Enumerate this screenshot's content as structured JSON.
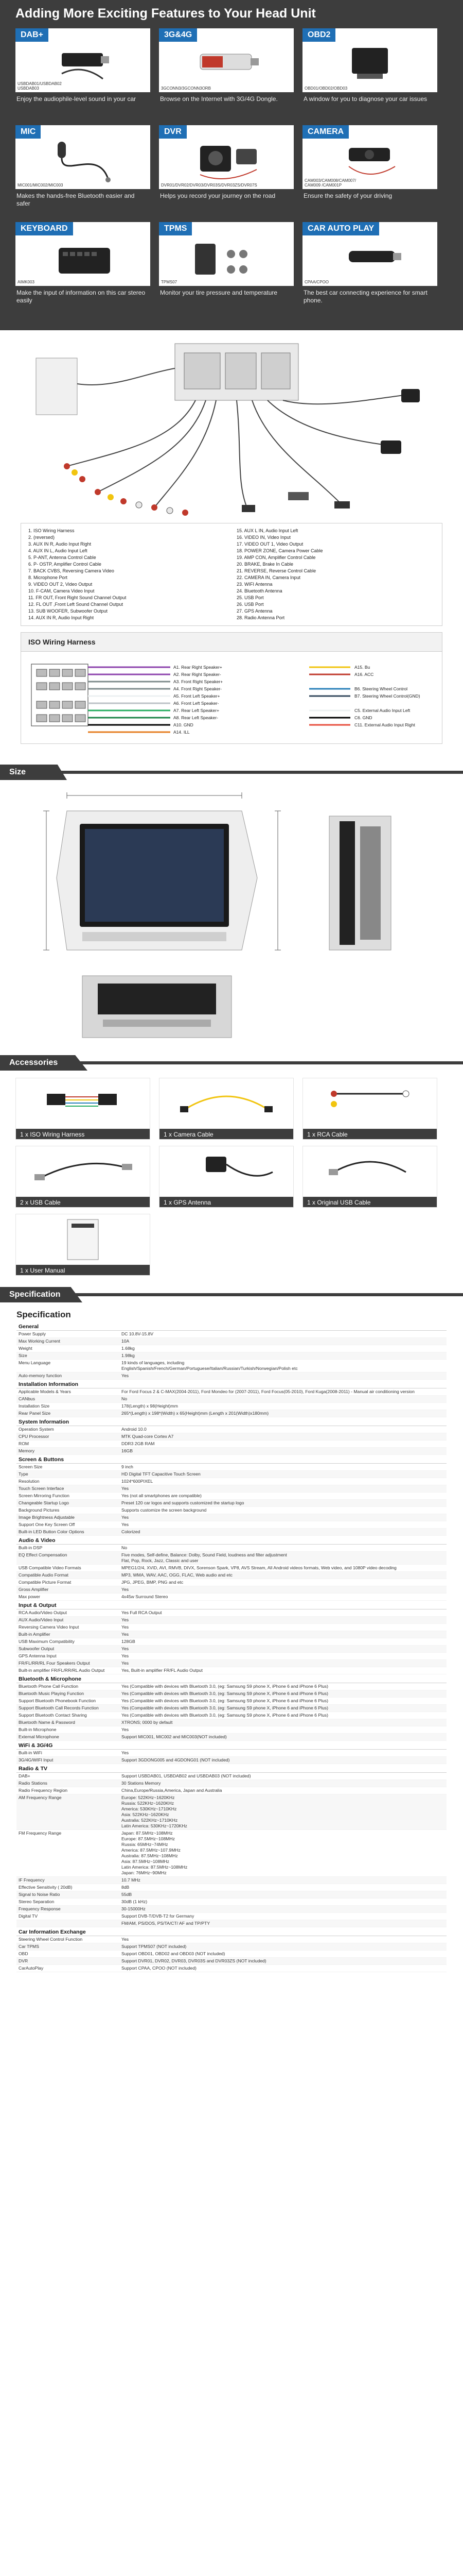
{
  "features": {
    "title": "Adding More Exciting Features to Your Head Unit",
    "cards": [
      {
        "head": "DAB+",
        "code": "USBDAB01/USBDAB02\nUSBDAB03",
        "desc": "Enjoy the audiophile-level sound in your car"
      },
      {
        "head": "3G&4G",
        "code": "3GCONN3/3GCONN3ORB",
        "desc": "Browse on the Internet with 3G/4G Dongle."
      },
      {
        "head": "OBD2",
        "code": "OBD01/OBD02/OBD03",
        "desc": "A window for you to diagnose your car issues"
      },
      {
        "head": "MIC",
        "code": "MIC001/MIC002/MIC003",
        "desc": "Makes the hands-free Bluetooth easier and safer"
      },
      {
        "head": "DVR",
        "code": "DVR01/DVR02/DVR03/DVR03S/DVR03ZS/DVR07S",
        "desc": "Helps you record your journey on the road"
      },
      {
        "head": "CAMERA",
        "code": "CAM003/CAM008/CAM007/\nCAM009 /CAM001P",
        "desc": "Ensure the safety of your driving"
      },
      {
        "head": "KEYBOARD",
        "code": "AIMK003",
        "desc": "Make the input of information on this car stereo easily"
      },
      {
        "head": "TPMS",
        "code": "TPMS07",
        "desc": "Monitor your tire pressure and temperature"
      },
      {
        "head": "CAR AUTO PLAY",
        "code": "CPAA/CPOO",
        "desc": "The best car connecting experience for smart phone."
      }
    ]
  },
  "wiring": {
    "legend_left": [
      "1. ISO Wiring Harness",
      "2. (reversed)",
      "3. AUX IN R, Audio Input Right",
      "4. AUX IN L, Audio Input Left",
      "5. P-ANT, Antenna Control Cable",
      "6. P- OSTP, Amplifier Control Cable",
      "7. BACK CVBS, Reversing Camera Video",
      "8. Microphone Port",
      "9. VIDEO OUT 2, Video Output",
      "10. F-CAM, Camera Video Input",
      "11. FR OUT, Front Right Sound Channel Output",
      "12. FL OUT ,Front Left Sound Channel Output",
      "13. SUB WOOFER, Subwoofer Output",
      "14. AUX IN R, Audio Input Right"
    ],
    "legend_right": [
      "15. AUX L IN, Audio Input Left",
      "16. VIDEO IN, Video Input",
      "17. VIDEO OUT 1, Video Output",
      "18. POWER ZONE, Camera Power Cable",
      "19. AMP CON, Amplifier Control Cable",
      "20. BRAKE, Brake In Cable",
      "21. REVERSE, Reverse Control Cable",
      "22. CAMERA IN, Camera Input",
      "23. WIFI Antenna",
      "24. Bluetooth Antenna",
      "25. USB Port",
      "26. USB Port",
      "27. GPS Antenna",
      "28. Radio Antenna Port"
    ],
    "iso_title": "ISO Wiring Harness",
    "iso_left": [
      "A1. Rear Right Speaker+",
      "A2. Rear Right Speaker-",
      "A3. Front Right Speaker+",
      "A4. Front Right Speaker-",
      "A5. Front Left Speaker+",
      "A6. Front Left Speaker-",
      "A7. Rear Left Speaker+",
      "A8. Rear Left Speaker-",
      "A10. GND",
      "A14. ILL"
    ],
    "iso_mid": [
      "A15. Bu",
      "A16. ACC",
      "",
      "B6. Steering Wheel Control",
      "B7. Steering Wheel Control(GND)",
      "",
      "C5. External Audio Input Left",
      "C6. GND",
      "C11. External Audio Input Right"
    ]
  },
  "section_headers": {
    "size": "Size",
    "accessories": "Accessories",
    "specification": "Specification"
  },
  "accessories": [
    "1 x ISO Wiring Harness",
    "1 x Camera Cable",
    "1 x RCA Cable",
    "2 x USB Cable",
    "1 x GPS Antenna",
    "1 x Original USB Cable",
    "1 x User Manual"
  ],
  "spec": {
    "title": "Specification",
    "rows": [
      {
        "g": "General"
      },
      {
        "k": "Power Supply",
        "v": "DC 10.8V-15.8V"
      },
      {
        "k": "Max Working Current",
        "v": "10A"
      },
      {
        "k": "Weight",
        "v": "1.68kg"
      },
      {
        "k": "Size",
        "v": "1.98kg"
      },
      {
        "k": "Menu Language",
        "v": "19 kinds of languages, including\nEnglish/Spanish/French/German/Portuguese/Italian/Russian/Turkish/Norwegian/Polish etc"
      },
      {
        "k": "Auto-memory function",
        "v": "Yes"
      },
      {
        "g": "Installation Information"
      },
      {
        "k": "Applicable Models & Years",
        "v": "For Ford Focus 2 & C-MAX(2004-2011), Ford Mondeo for (2007-2011), Ford Focus(05-2010), Ford Kuga(2008-2011) - Manual air conditioning version"
      },
      {
        "k": "CANbus",
        "v": "No"
      },
      {
        "k": "Installation Size",
        "v": "178(Length) x 98(Height)mm"
      },
      {
        "k": "Rear Panel Size",
        "v": "265*(Length) x 198*(Width) x 65(Height)mm (Length x 201(Width)x180mm)"
      },
      {
        "g": "System Information"
      },
      {
        "k": "Operation System",
        "v": "Android 10.0"
      },
      {
        "k": "CPU Processor",
        "v": "MTK Quad-core Cortex A7"
      },
      {
        "k": "ROM",
        "v": "DDR3 2GB RAM"
      },
      {
        "k": "Memory",
        "v": "16GB"
      },
      {
        "g": "Screen & Buttons"
      },
      {
        "k": "Screen Size",
        "v": "9 inch"
      },
      {
        "k": "Type",
        "v": "HD Digital TFT Capacitive Touch Screen"
      },
      {
        "k": "Resolution",
        "v": "1024*600PIXEL"
      },
      {
        "k": "Touch Screen Interface",
        "v": "Yes"
      },
      {
        "k": "Screen Mirroring Function",
        "v": "Yes (not all smartphones are compatible)"
      },
      {
        "k": "Changeable Startup Logo",
        "v": "Preset 120 car logos and supports customized the startup logo"
      },
      {
        "k": "Background Pictures",
        "v": "Supports customize the screen background"
      },
      {
        "k": "Image Brightness Adjustable",
        "v": "Yes"
      },
      {
        "k": "Support One Key Screen Off",
        "v": "Yes"
      },
      {
        "k": "Built-in LED Button Color Options",
        "v": "Colorized"
      },
      {
        "g": "Audio & Video"
      },
      {
        "k": "Built-in DSP",
        "v": "No"
      },
      {
        "k": "EQ Effect Compensation",
        "v": "Five modes, Self-define, Balance: Dolby, Sound Field, loudness and filter adjustment\nFlat, Pop, Rock, Jazz, Classic and user"
      },
      {
        "k": "USB Compatible Video Formats",
        "v": "MPEG1/2/4, XVID, AVI, RMVB, DIVX, Sorenson Spark, VP8, AVS Stream, All Android videos formats, Web video, and 1080P video decoding"
      },
      {
        "k": "Compatible Audio Format",
        "v": "MP3, WMA, WAV, AAC, OGG, FLAC, Web audio and etc"
      },
      {
        "k": "Compatible Picture Format",
        "v": "JPG, JPEG, BMP, PNG and etc"
      },
      {
        "k": "Gross Amplifier",
        "v": "Yes"
      },
      {
        "k": "Max power",
        "v": "4x45w Surround Stereo"
      },
      {
        "g": "Input & Output"
      },
      {
        "k": "RCA Audio/Video Output",
        "v": "Yes Full RCA Output"
      },
      {
        "k": "AUX Audio/Video Input",
        "v": "Yes"
      },
      {
        "k": "Reversing Camera Video Input",
        "v": "Yes"
      },
      {
        "k": "Built-in Amplifier",
        "v": "Yes"
      },
      {
        "k": "USB Maximum Compatibility",
        "v": "128GB"
      },
      {
        "k": "Subwoofer Output",
        "v": "Yes"
      },
      {
        "k": "GPS Antenna Input",
        "v": "Yes"
      },
      {
        "k": "FR/FL/RR/RL Four Speakers Output",
        "v": "Yes"
      },
      {
        "k": "Built-in amplifier FR/FL/RR/RL Audio Output",
        "v": "Yes, Built-in amplifier FR/FL Audio Output"
      },
      {
        "g": "Bluetooth & Microphone"
      },
      {
        "k": "Bluetooth Phone Call Function",
        "v": "Yes (Compatible with devices with Bluetooth 3.0, (eg: Samsung S9 phone X, iPhone 6 and iPhone 6 Plus)"
      },
      {
        "k": "Bluetooth Music Playing Function",
        "v": "Yes (Compatible with devices with Bluetooth 3.0, (eg: Samsung S9 phone X, iPhone 6 and iPhone 6 Plus)"
      },
      {
        "k": "Support Bluetooth Phonebook Function",
        "v": "Yes (Compatible with devices with Bluetooth 3.0, (eg: Samsung S9 phone X, iPhone 6 and iPhone 6 Plus)"
      },
      {
        "k": "Support Bluetooth Call Records Function",
        "v": "Yes (Compatible with devices with Bluetooth 3.0, (eg: Samsung S9 phone X, iPhone 6 and iPhone 6 Plus)"
      },
      {
        "k": "Support Bluetooth Contact Sharing",
        "v": "Yes (Compatible with devices with Bluetooth 3.0, (eg: Samsung S9 phone X, iPhone 6 and iPhone 6 Plus)"
      },
      {
        "k": "Bluetooth Name & Password",
        "v": "XTRONS; 0000 by default"
      },
      {
        "k": "Built-in Microphone",
        "v": "Yes"
      },
      {
        "k": "External Microphone",
        "v": "Support MIC001, MIC002 and MIC003(NOT included)"
      },
      {
        "g": "WiFi & 3G/4G"
      },
      {
        "k": "Built-in WiFi",
        "v": "Yes"
      },
      {
        "k": "3G/4G/WIFI Input",
        "v": "Support 3GDONG005 and 4GDONG01 (NOT included)"
      },
      {
        "g": "Radio & TV"
      },
      {
        "k": "DAB+",
        "v": "Support USBDAB01, USBDAB02 and USBDAB03 (NOT included)"
      },
      {
        "k": "Radio Stations",
        "v": "30 Stations Memory"
      },
      {
        "k": "Radio Frequency Region",
        "v": "China,Europe/Russia,America, Japan and Australia"
      },
      {
        "k": "AM Frequency Range",
        "v": "Europe: 522KHz~1620KHz\nRussia: 522KHz~1620KHz\nAmerica: 530KHz~1710KHz\nAsia: 522KHz~1620KHz\nAustralia: 522KHz~1710KHz\nLatin America: 530KHz~1720KHz"
      },
      {
        "k": "FM Frequency Range",
        "v": "Japan: 87.5MHz~108MHz\nEurope: 87.5MHz~108MHz\nRussia: 65MHz~74MHz\nAmerica: 87.5MHz~107.9MHz\nAustralia: 87.5MHz~108MHz\nAsia: 87.5MHz~108MHz\nLatin America: 87.5MHz~108MHz\nJapan: 76MHz~90MHz"
      },
      {
        "k": "IF Frequency",
        "v": "10.7 MHz"
      },
      {
        "k": "Effective Sensitivity ( 20dB)",
        "v": "8dB"
      },
      {
        "k": "Signal to Noise Ratio",
        "v": "55dB"
      },
      {
        "k": "Stereo Separation",
        "v": "30dB (1 kHz)"
      },
      {
        "k": "Frequency Response",
        "v": "30-15000Hz"
      },
      {
        "k": "Digital TV",
        "v": "Support DVB-T/DVB-T2 for Germany"
      },
      {
        "k": "",
        "v": "FM/AM, PS/DOS, PS/TA/CT/ AF and TP/PTY"
      },
      {
        "g": "Car Information Exchange"
      },
      {
        "k": "Steering Wheel Control Function",
        "v": "Yes"
      },
      {
        "k": "Car TPMS",
        "v": "Support TPMS07 (NOT included)"
      },
      {
        "k": "OBD",
        "v": "Support OBD01, OBD02 and OBD03 (NOT included)"
      },
      {
        "k": "DVR",
        "v": "Support DVR01, DVR02, DVR03, DVR03S and DVR03ZS (NOT included)"
      },
      {
        "k": "CarAutoPlay",
        "v": "Support CPAA, CPOO (NOT included)"
      }
    ]
  }
}
